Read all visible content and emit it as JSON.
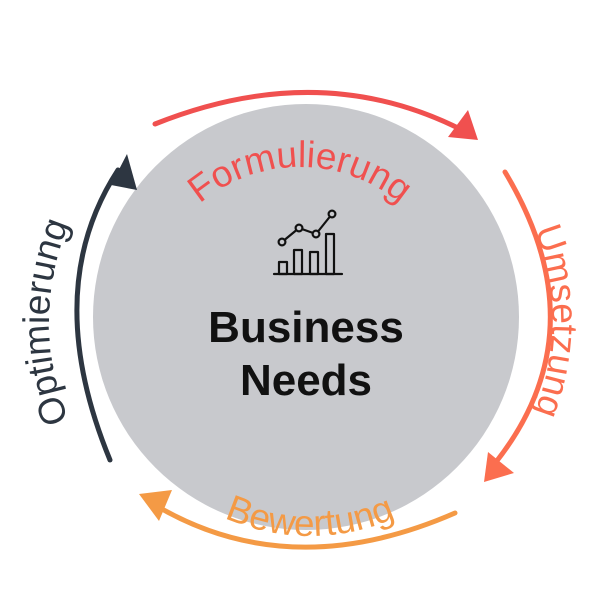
{
  "center": {
    "line1": "Business",
    "line2": "Needs",
    "icon": "bar-chart-trend-icon",
    "circle_color": "#c8c9cd",
    "text_color": "#111111"
  },
  "cycle": [
    {
      "label": "Formulierung",
      "color": "#f0504f"
    },
    {
      "label": "Umsetzung",
      "color": "#fb6e4f"
    },
    {
      "label": "Bewertung",
      "color": "#f49a45"
    },
    {
      "label": "Optimierung",
      "color": "#2d3641"
    }
  ]
}
